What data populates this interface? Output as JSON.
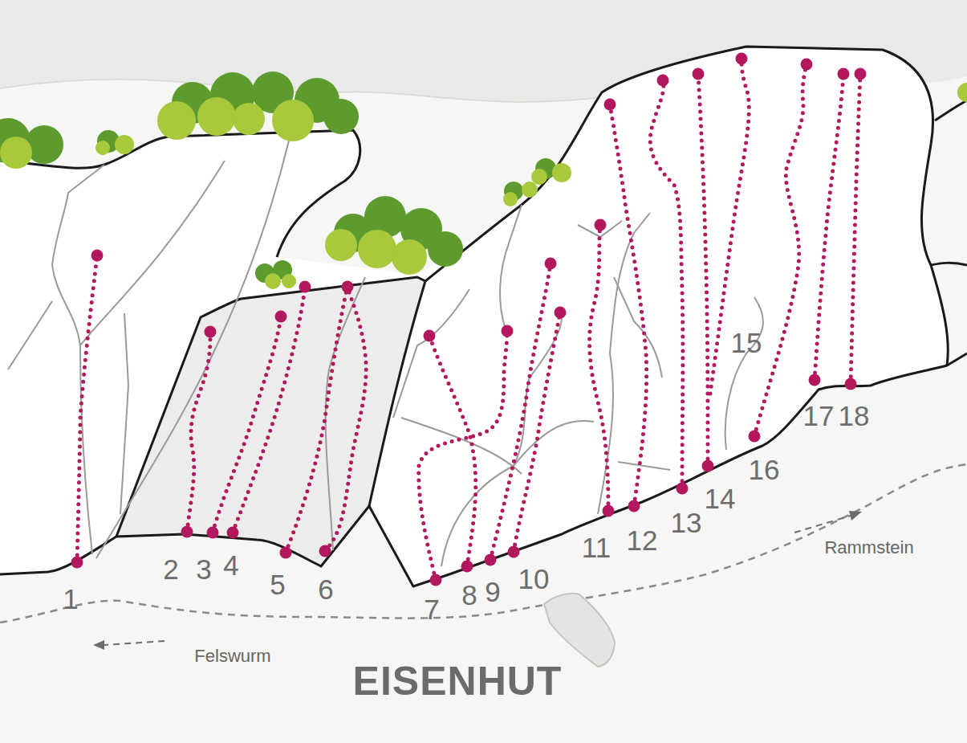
{
  "diagram": {
    "title": "EISENHUT",
    "labels": [
      "1",
      "2",
      "3",
      "4",
      "5",
      "6",
      "7",
      "8",
      "9",
      "10",
      "11",
      "12",
      "13",
      "14",
      "15",
      "16",
      "17",
      "18",
      "Felswurm",
      "Rammstein"
    ]
  }
}
